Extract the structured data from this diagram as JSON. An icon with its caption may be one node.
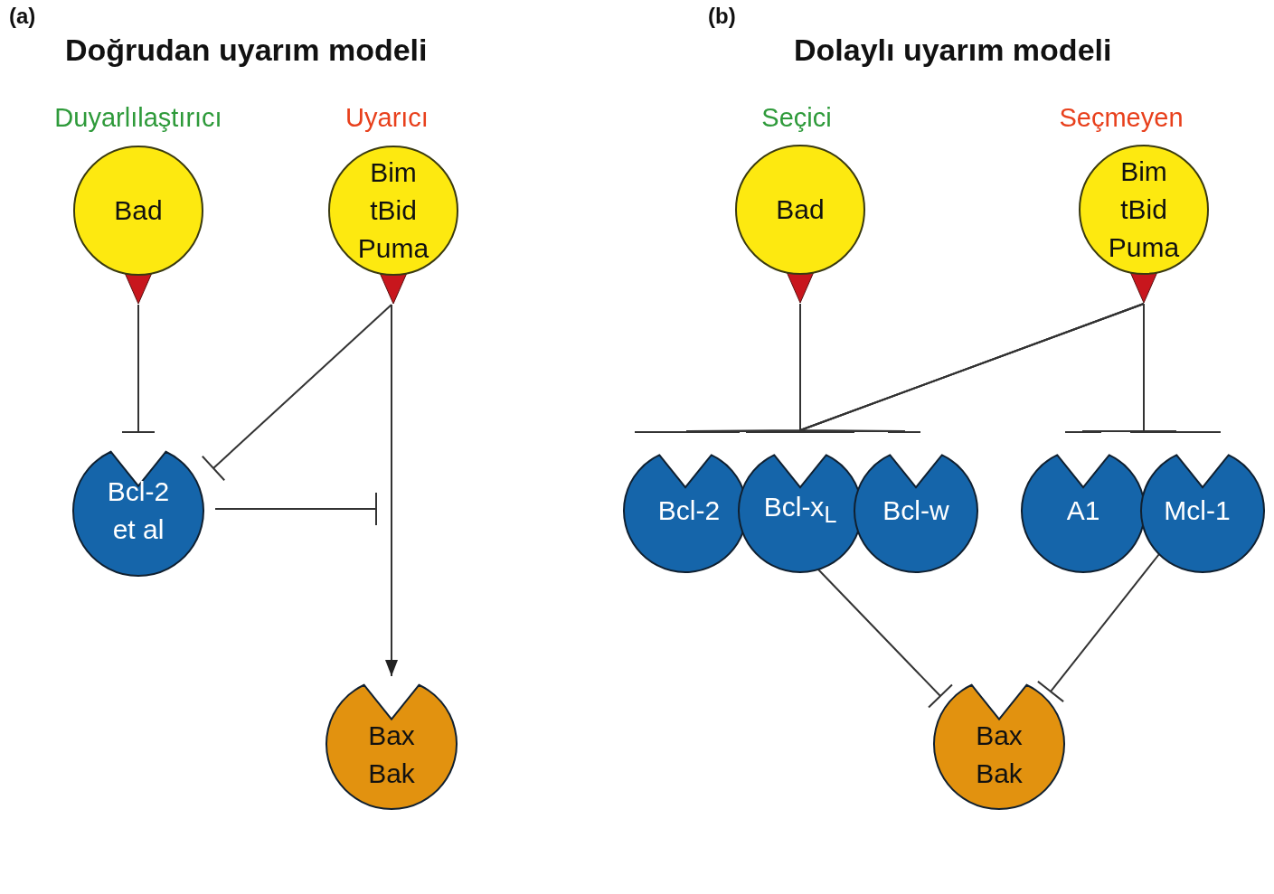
{
  "diagram": {
    "nodes": [
      {
        "text": [
          "Bad"
        ],
        "beside": [
          "Duyarlılaştırıcı"
        ]
      },
      {
        "text": [
          "Bim tBid Puma"
        ],
        "beside": [
          "Uyarıcı"
        ]
      },
      {
        "text": [
          "Bcl-2 et al"
        ]
      },
      {
        "text": [
          "Bax Bak"
        ]
      },
      {
        "text": [
          "Bad"
        ],
        "beside": [
          "Seçici"
        ]
      },
      {
        "text": [
          "Bim tBid Puma"
        ],
        "beside": [
          "Seçmeyen"
        ]
      },
      {
        "text": [
          "Bcl-2"
        ]
      },
      {
        "text": [
          "Bcl-x$_{L}$"
        ]
      },
      {
        "text": [
          "Bcl-w"
        ]
      },
      {
        "text": [
          "A1"
        ]
      },
      {
        "text": [
          "Mcl-1"
        ]
      },
      {
        "text": [
          "Bax Bak"
        ]
      }
    ],
    "edges": [
      {
        "from": 0,
        "to": 2,
        "arrow": "other"
      },
      {
        "from": 1,
        "to": 2,
        "arrow": "other"
      },
      {
        "from": 1,
        "to": 3,
        "arrow": "to"
      },
      {
        "from": 2,
        "to": null,
        "arrow": "other"
      },
      {
        "from": 4,
        "to": 6,
        "arrow": "other"
      },
      {
        "from": 4,
        "to": 7,
        "arrow": "other"
      },
      {
        "from": 4,
        "to": 8,
        "arrow": "other"
      },
      {
        "from": 5,
        "to": 6,
        "arrow": "other"
      },
      {
        "from": 5,
        "to": 7,
        "arrow": "other"
      },
      {
        "from": 5,
        "to": 8,
        "arrow": "other"
      },
      {
        "from": 5,
        "to": 9,
        "arrow": "other"
      },
      {
        "from": 5,
        "to": 10,
        "arrow": "other"
      },
      {
        "from": 7,
        "to": 11,
        "arrow": "other"
      },
      {
        "from": 10,
        "to": 11,
        "arrow": "other"
      }
    ],
    "labels": [
      "(a)",
      "Doğrudan uyarım modeli",
      "(b)",
      "Dolaylı uyarım modeli"
    ]
  }
}
